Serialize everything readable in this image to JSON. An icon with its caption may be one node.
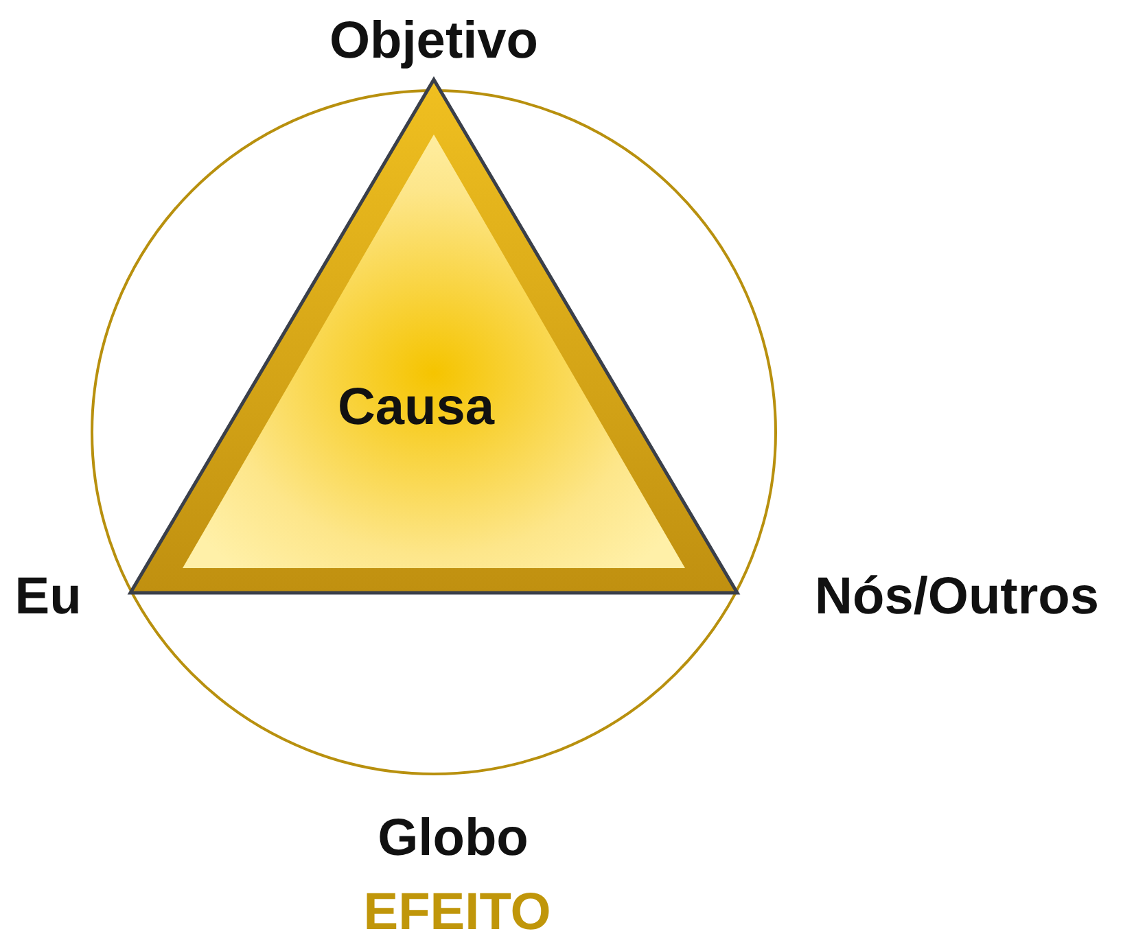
{
  "diagram": {
    "nodes": [
      {
        "text": [
          "Globo",
          "EFEITO"
        ]
      },
      {
        "text": [
          "Causa"
        ],
        "in": 0,
        "beside": [
          "Objetivo",
          "Eu",
          "Nós/Outros"
        ]
      }
    ]
  }
}
